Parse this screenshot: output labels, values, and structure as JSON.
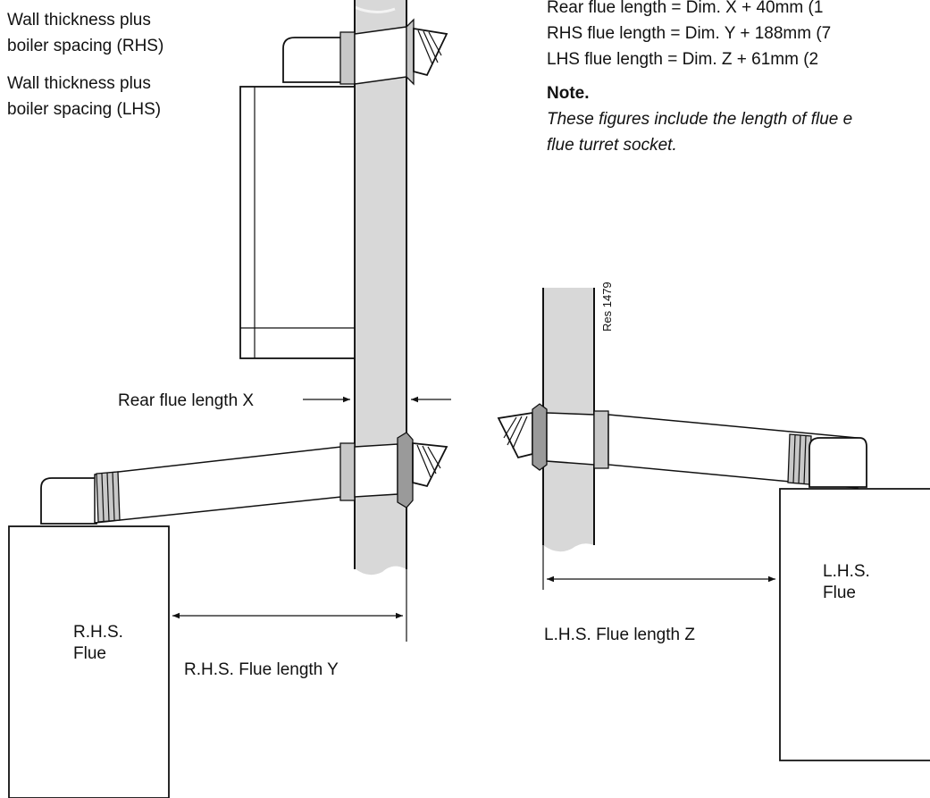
{
  "labels": {
    "wall_rhs_1": "Wall thickness plus",
    "wall_rhs_2": "boiler spacing (RHS)",
    "wall_lhs_1": "Wall thickness plus",
    "wall_lhs_2": "boiler spacing (LHS)",
    "rear_flue": "Rear flue length X",
    "rhs_flue_length": "R.H.S. Flue length Y",
    "lhs_flue_length": "L.H.S. Flue length Z",
    "rhs_box_1": "R.H.S.",
    "rhs_box_2": "Flue",
    "lhs_box_1": "L.H.S.",
    "lhs_box_2": "Flue",
    "res_code": "Res 1479"
  },
  "formulas": {
    "rear": "Rear flue length  = Dim. X  +  40mm    (1",
    "rhs": "RHS flue length  = Dim. Y  +  188mm  (7",
    "lhs": "LHS flue length  = Dim. Z  +  61mm    (2"
  },
  "note": {
    "heading": "Note.",
    "line1": "These figures include the length of flue e",
    "line2": "flue turret socket."
  },
  "colors": {
    "wall_fill": "#d8d8d8",
    "collar_fill": "#c8c8c8",
    "seal_fill": "#9a9a9a"
  }
}
